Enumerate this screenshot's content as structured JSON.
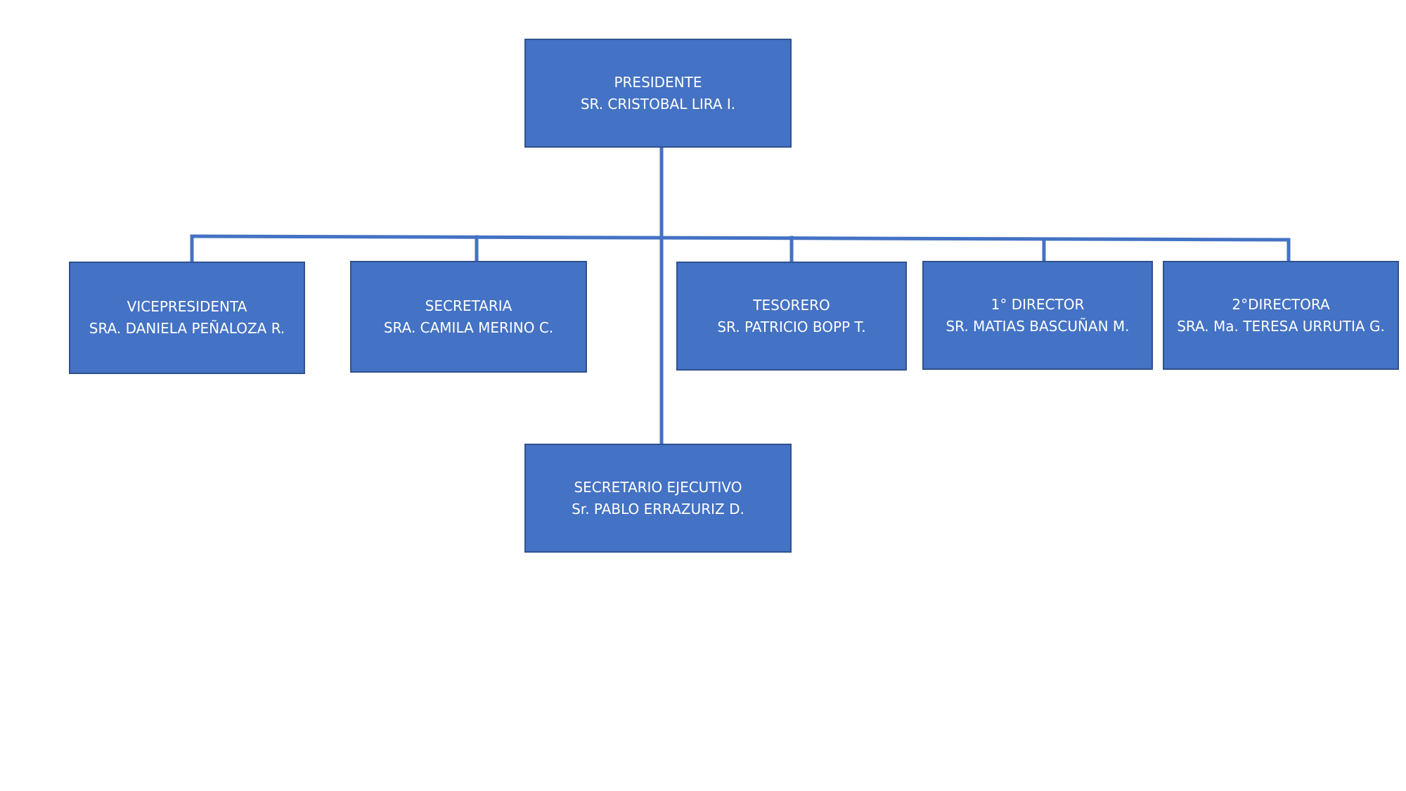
{
  "org_chart": {
    "colors": {
      "box_fill": "#4472C4",
      "box_border": "#2F528F",
      "connector": "#4472C4",
      "text": "#FFFFFF"
    },
    "president": {
      "role": "PRESIDENTE",
      "name": "SR. CRISTOBAL LIRA I."
    },
    "board": [
      {
        "role": "VICEPRESIDENTA",
        "name": "SRA. DANIELA PEÑALOZA R."
      },
      {
        "role": "SECRETARIA",
        "name": "SRA. CAMILA MERINO C."
      },
      {
        "role": "TESORERO",
        "name": "SR. PATRICIO BOPP T."
      },
      {
        "role": "1° DIRECTOR",
        "name": "SR. MATIAS BASCUÑAN M."
      },
      {
        "role": "2°DIRECTORA",
        "name": "SRA. Ma. TERESA URRUTIA G."
      }
    ],
    "executive": {
      "role": "SECRETARIO EJECUTIVO",
      "name": "Sr. PABLO ERRAZURIZ D."
    }
  }
}
